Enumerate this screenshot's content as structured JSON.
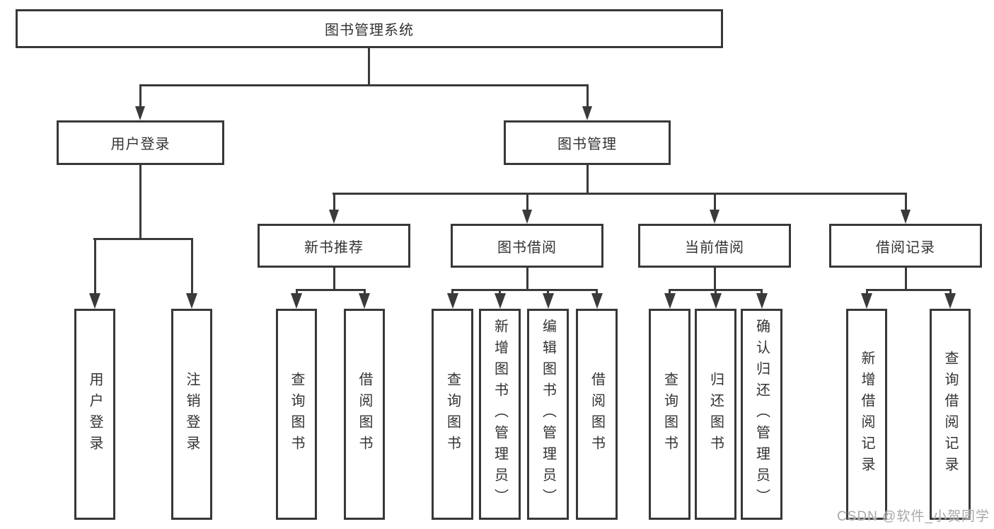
{
  "watermark": "CSDN @软件_小贺同学",
  "colors": {
    "line": "#3a3a3a",
    "box_border": "#383838",
    "text": "#333333",
    "watermark": "#a8a8a8",
    "background": "#ffffff"
  },
  "tree": {
    "root": {
      "label": "图书管理系统"
    },
    "level2": [
      {
        "label": "用户登录"
      },
      {
        "label": "图书管理"
      }
    ],
    "level3": [
      {
        "label": "新书推荐"
      },
      {
        "label": "图书借阅"
      },
      {
        "label": "当前借阅"
      },
      {
        "label": "借阅记录"
      }
    ],
    "leafGroups": [
      {
        "items": [
          "用户登录",
          "注销登录"
        ]
      },
      {
        "items": [
          "查询图书",
          "借阅图书"
        ]
      },
      {
        "items": [
          "查询图书",
          "新增图书（管理员）",
          "编辑图书（管理员）",
          "借阅图书"
        ]
      },
      {
        "items": [
          "查询图书",
          "归还图书",
          "确认归还（管理员）"
        ]
      },
      {
        "items": [
          "新增借阅记录",
          "查询借阅记录"
        ]
      }
    ]
  }
}
